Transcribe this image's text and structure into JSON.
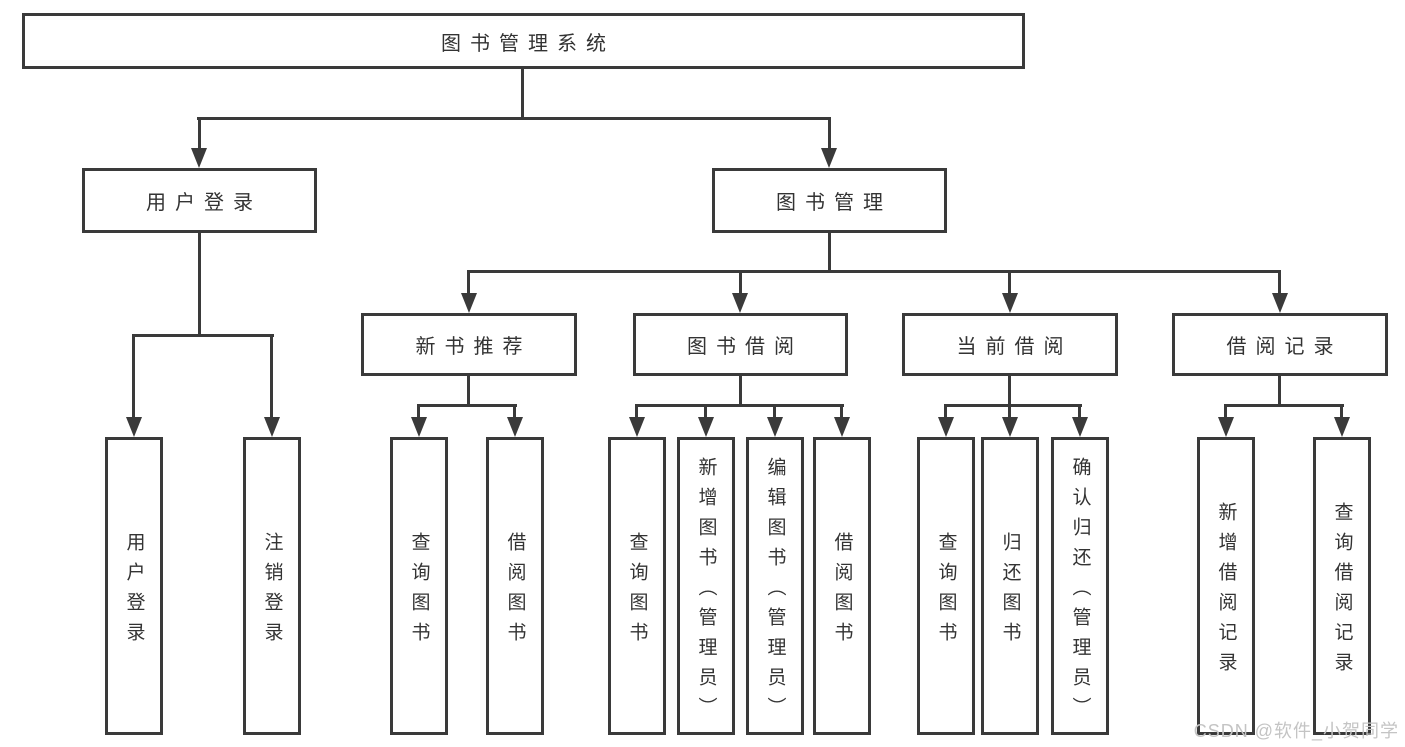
{
  "nodes": {
    "root": "图书管理系统",
    "level2": [
      "用户登录",
      "图书管理"
    ],
    "level3": [
      "新书推荐",
      "图书借阅",
      "当前借阅",
      "借阅记录"
    ],
    "leaves": [
      "用户登录",
      "注销登录",
      "查询图书",
      "借阅图书",
      "查询图书",
      "新增图书（管理员）",
      "编辑图书（管理员）",
      "借阅图书",
      "查询图书",
      "归还图书",
      "确认归还（管理员）",
      "新增借阅记录",
      "查询借阅记录"
    ]
  },
  "watermark": "CSDN @软件_小贺同学",
  "colors": {
    "line": "#3a3a3a",
    "text": "#333333",
    "watermark": "#c4c4c4",
    "background": "#ffffff"
  }
}
